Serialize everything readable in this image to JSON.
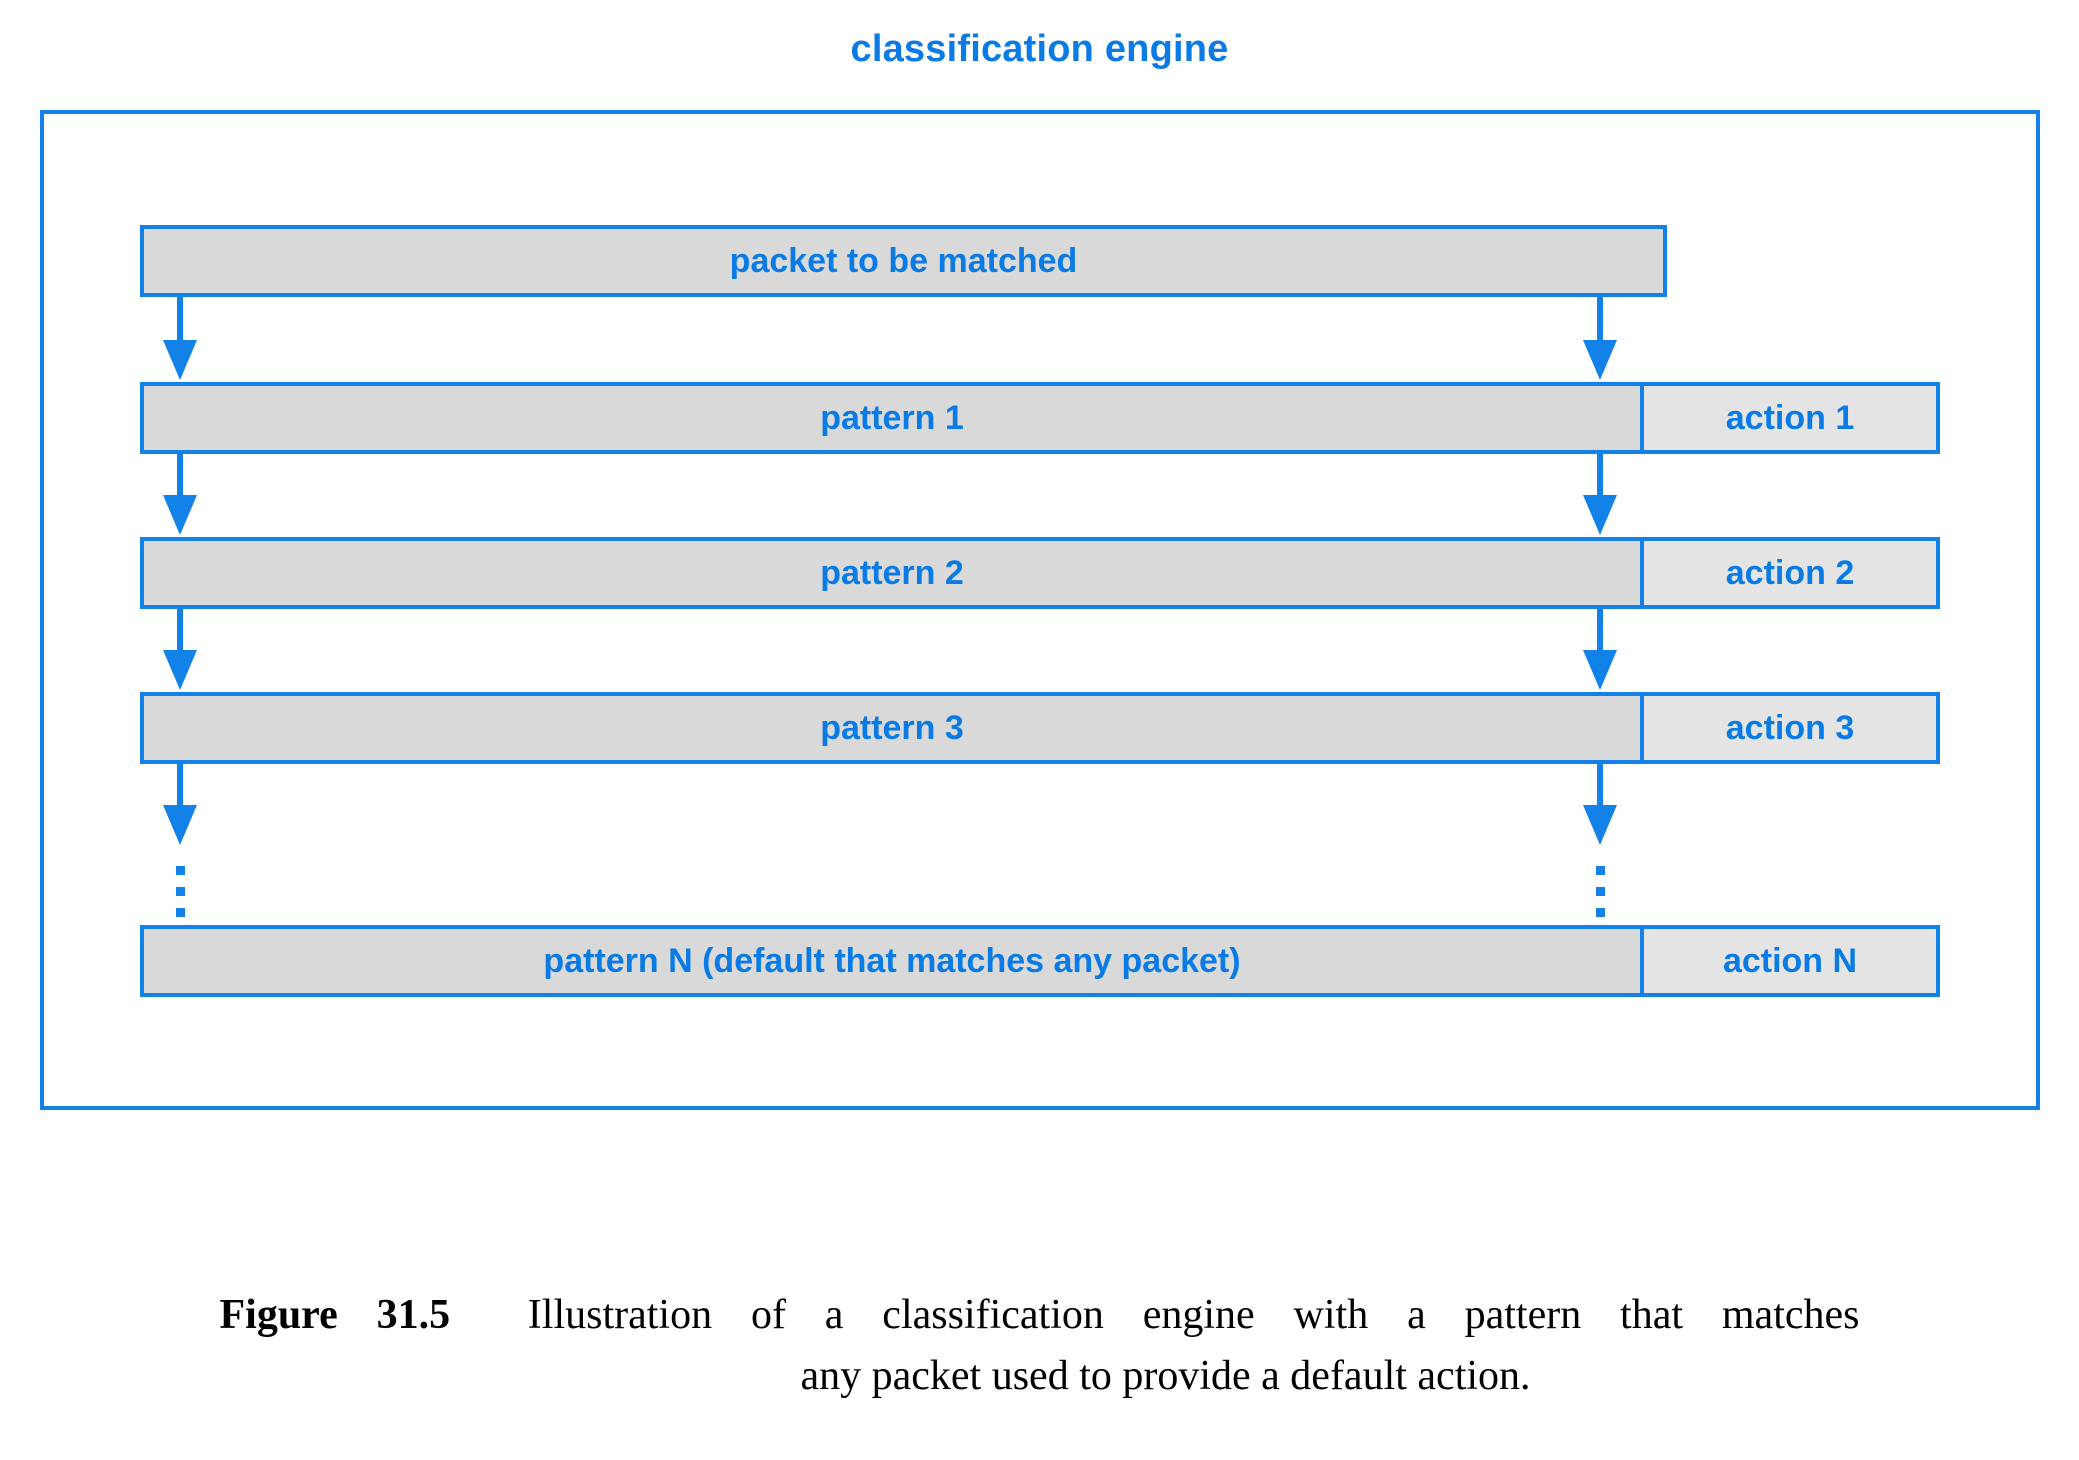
{
  "diagram": {
    "title": "classification engine",
    "packet_box": {
      "label": "packet to be matched"
    },
    "rows": [
      {
        "pattern": "pattern 1",
        "action": "action 1"
      },
      {
        "pattern": "pattern 2",
        "action": "action 2"
      },
      {
        "pattern": "pattern 3",
        "action": "action 3"
      },
      {
        "pattern": "pattern N (default that matches any packet)",
        "action": "action N"
      }
    ],
    "colors": {
      "accent": "#1281E8",
      "text": "#0A7BE4",
      "pattern_fill": "#D9D9D9",
      "action_fill": "#E4E4E4",
      "caption_text": "#000000"
    }
  },
  "caption": {
    "label": "Figure 31.5",
    "line1": "Illustration of a classification engine with a pattern that matches",
    "line2": "any packet used to provide a default action."
  }
}
